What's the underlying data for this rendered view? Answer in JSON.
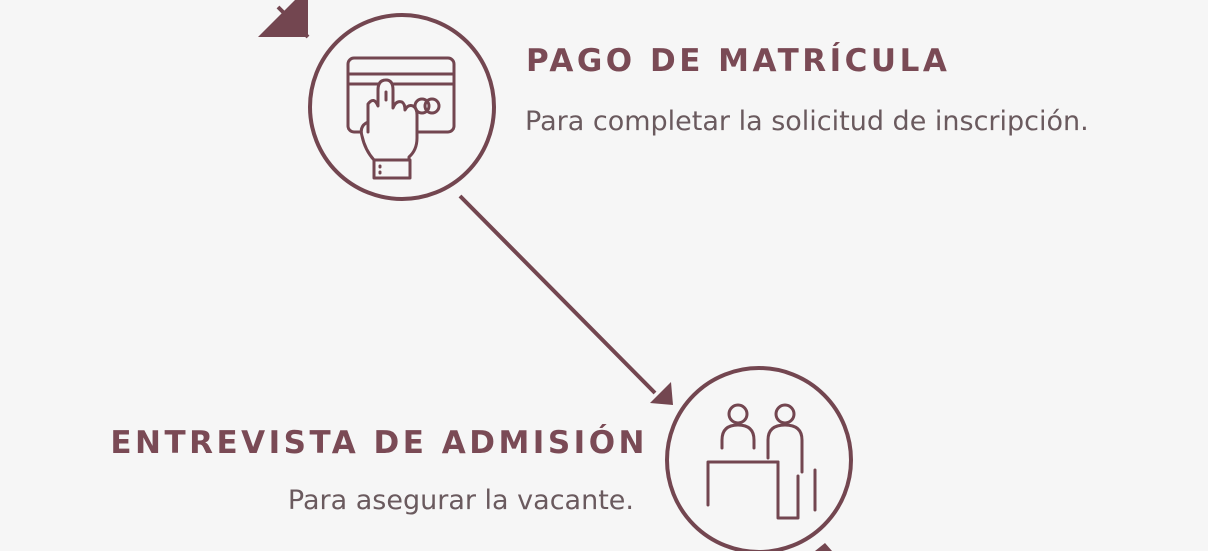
{
  "steps": [
    {
      "title": "PAGO DE MATRÍCULA",
      "description": "Para completar la solicitud de inscripción.",
      "icon": "card-payment-icon"
    },
    {
      "title": "ENTREVISTA DE ADMISIÓN",
      "description": "Para asegurar la vacante.",
      "icon": "interview-icon"
    }
  ],
  "colors": {
    "accent": "#734650",
    "background": "#f6f6f6",
    "text": "#6a5a5e"
  }
}
